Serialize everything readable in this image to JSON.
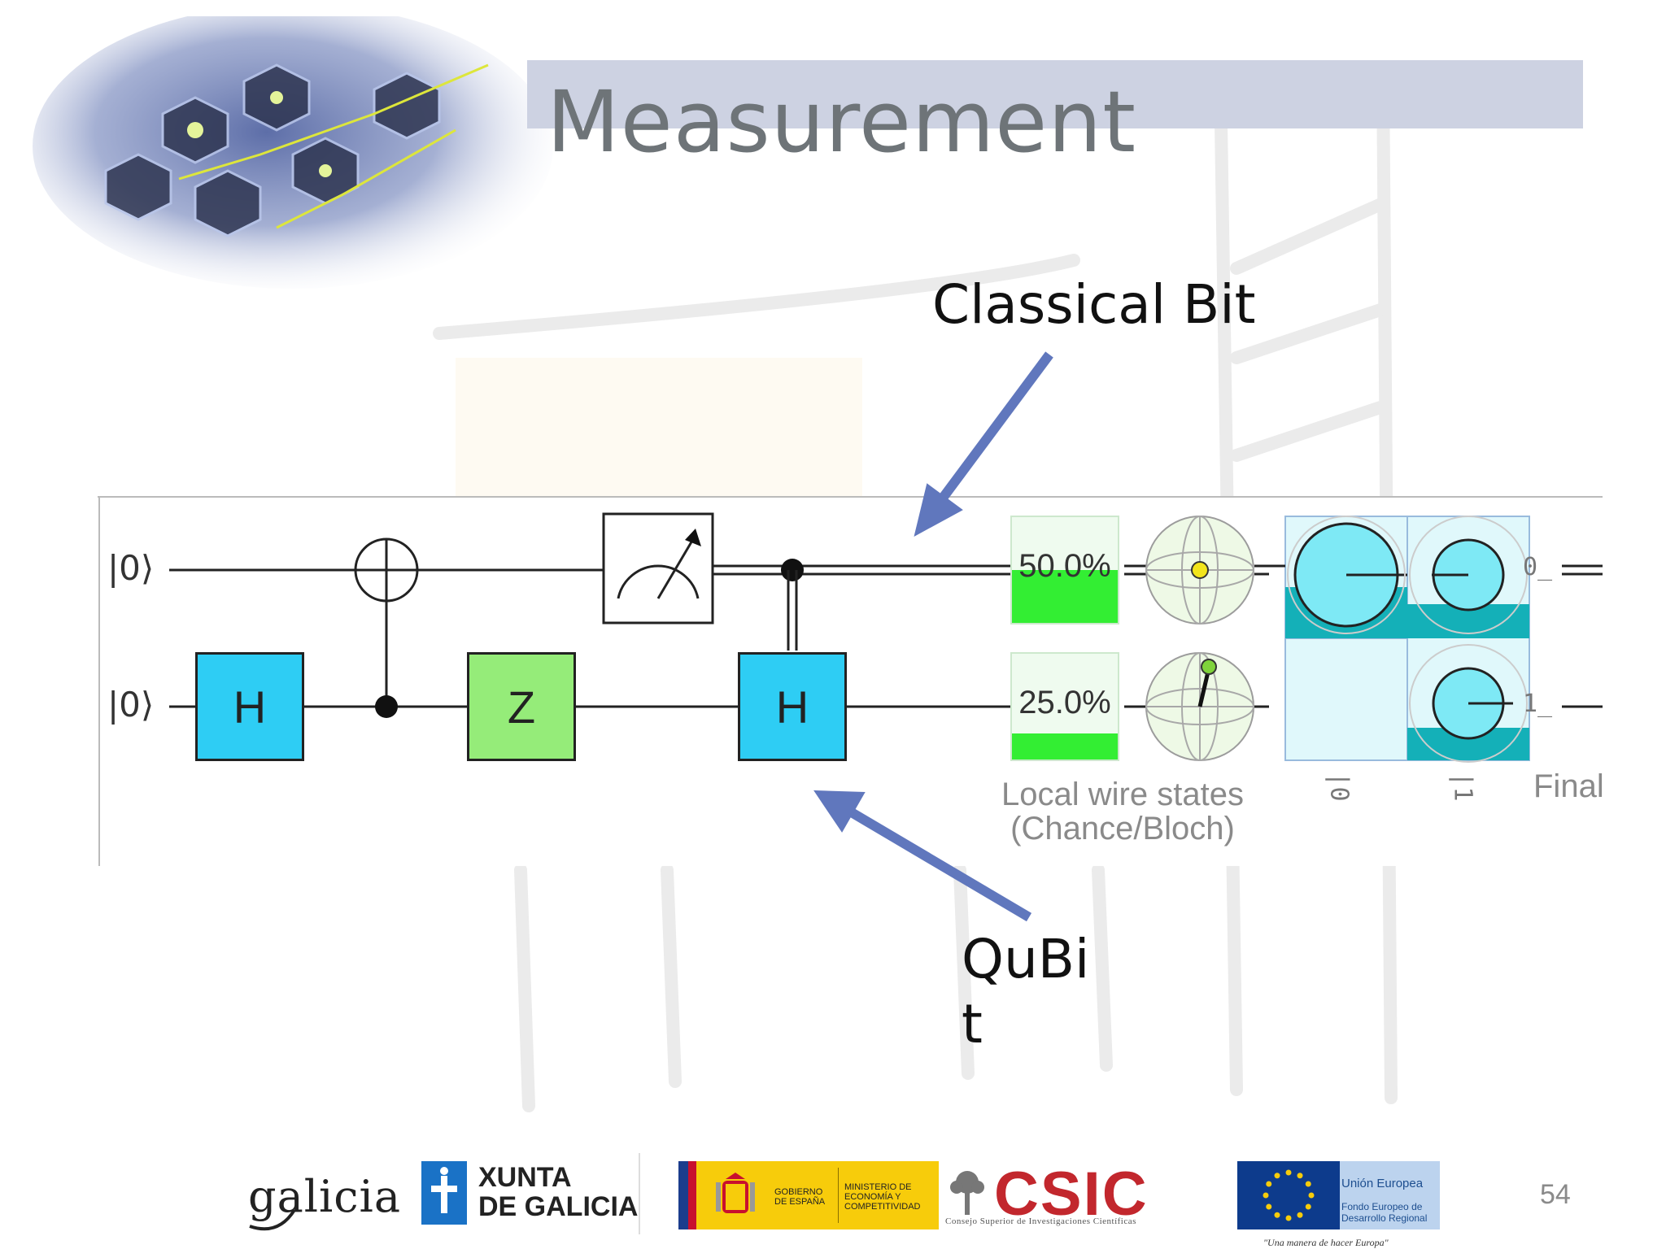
{
  "slide": {
    "title": "Measurement",
    "page_number": "54"
  },
  "annotations": {
    "classical_bit": "Classical Bit",
    "qubit": "QuBit"
  },
  "circuit": {
    "wires": [
      {
        "ket": "|0⟩"
      },
      {
        "ket": "|0⟩"
      }
    ],
    "gates": {
      "h1": "H",
      "z": "Z",
      "h2": "H"
    },
    "chances": [
      {
        "label": "50.0%",
        "value": 0.5
      },
      {
        "label": "25.0%",
        "value": 0.25
      }
    ],
    "caption_line1": "Local wire states",
    "caption_line2": "(Chance/Bloch)",
    "output_labels": [
      "0_",
      "1_"
    ],
    "column_labels": [
      "|0",
      "|1"
    ],
    "final_label": "Final"
  },
  "footer": {
    "galicia": "galicia",
    "xunta_line1": "XUNTA",
    "xunta_line2": "DE GALICIA",
    "gobierno": "GOBIERNO DE ESPAÑA",
    "ministerio": "MINISTERIO DE ECONOMÍA Y COMPETITIVIDAD",
    "csic": "CSIC",
    "csic_sub": "Consejo Superior de Investigaciones Científicas",
    "eu_title": "Unión Europea",
    "eu_sub": "Fondo Europeo de Desarrollo Regional",
    "eu_motto": "\"Una manera de hacer Europa\""
  },
  "colors": {
    "h_gate": "#2ecdf4",
    "z_gate": "#95ec79",
    "chance_fill": "#33ee33",
    "arrow": "#6077bd",
    "title_band": "#cdd2e2",
    "csic_red": "#c2272d",
    "eu_blue": "#1d4e8f"
  }
}
